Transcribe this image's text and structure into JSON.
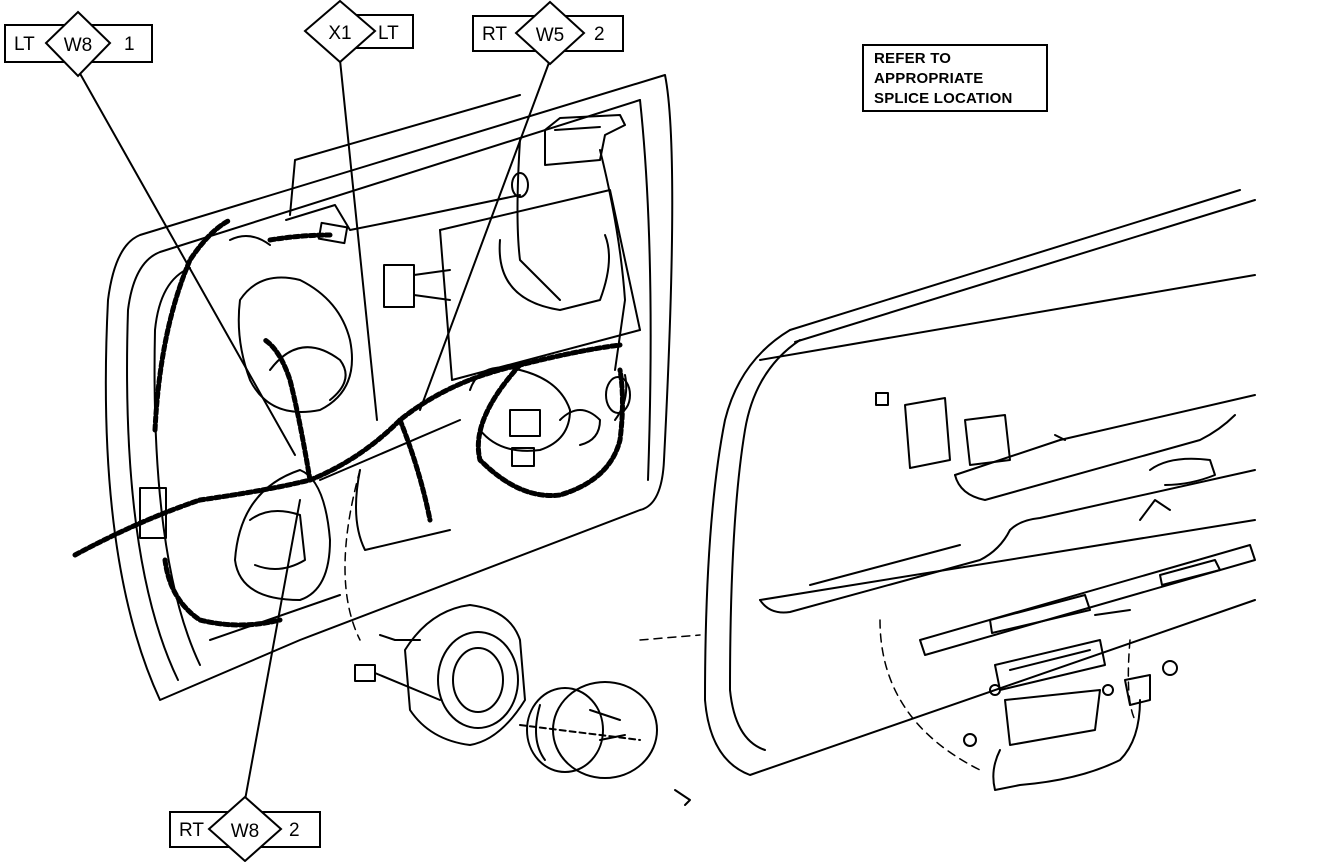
{
  "callouts": [
    {
      "side": "LT",
      "code": "W8",
      "num": "1"
    },
    {
      "side": "X1",
      "code": "LT"
    },
    {
      "side": "RT",
      "code": "W5",
      "num": "2"
    },
    {
      "side": "RT",
      "code": "W8",
      "num": "2"
    }
  ],
  "note": {
    "line1": "REFER TO",
    "line2": "APPROPRIATE",
    "line3": "SPLICE LOCATION"
  }
}
